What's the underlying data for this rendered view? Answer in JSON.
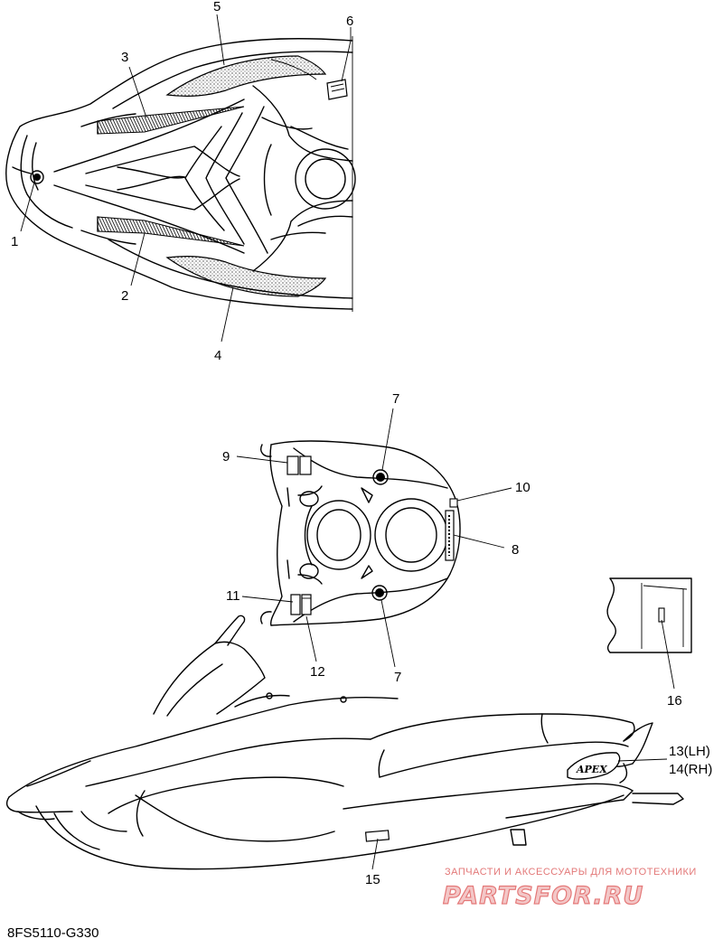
{
  "diagram": {
    "labels": [
      {
        "id": "1",
        "text": "1"
      },
      {
        "id": "2",
        "text": "2"
      },
      {
        "id": "3",
        "text": "3"
      },
      {
        "id": "4",
        "text": "4"
      },
      {
        "id": "5",
        "text": "5"
      },
      {
        "id": "6",
        "text": "6"
      },
      {
        "id": "7a",
        "text": "7"
      },
      {
        "id": "7b",
        "text": "7"
      },
      {
        "id": "8",
        "text": "8"
      },
      {
        "id": "9",
        "text": "9"
      },
      {
        "id": "10",
        "text": "10"
      },
      {
        "id": "11",
        "text": "11"
      },
      {
        "id": "12",
        "text": "12"
      },
      {
        "id": "13",
        "text": "13(LH)"
      },
      {
        "id": "14",
        "text": "14(RH)"
      },
      {
        "id": "15",
        "text": "15"
      },
      {
        "id": "16",
        "text": "16"
      }
    ],
    "decal_text": "APEX",
    "drawing_code": "8FS5110-G330"
  },
  "watermark": {
    "tagline": "ЗАПЧАСТИ И АКСЕССУАРЫ ДЛЯ МОТОТЕХНИКИ",
    "brand": "PARTSFOR.RU",
    "colors": {
      "fill": "#f2c2c2",
      "stroke": "#e26a6a"
    }
  }
}
